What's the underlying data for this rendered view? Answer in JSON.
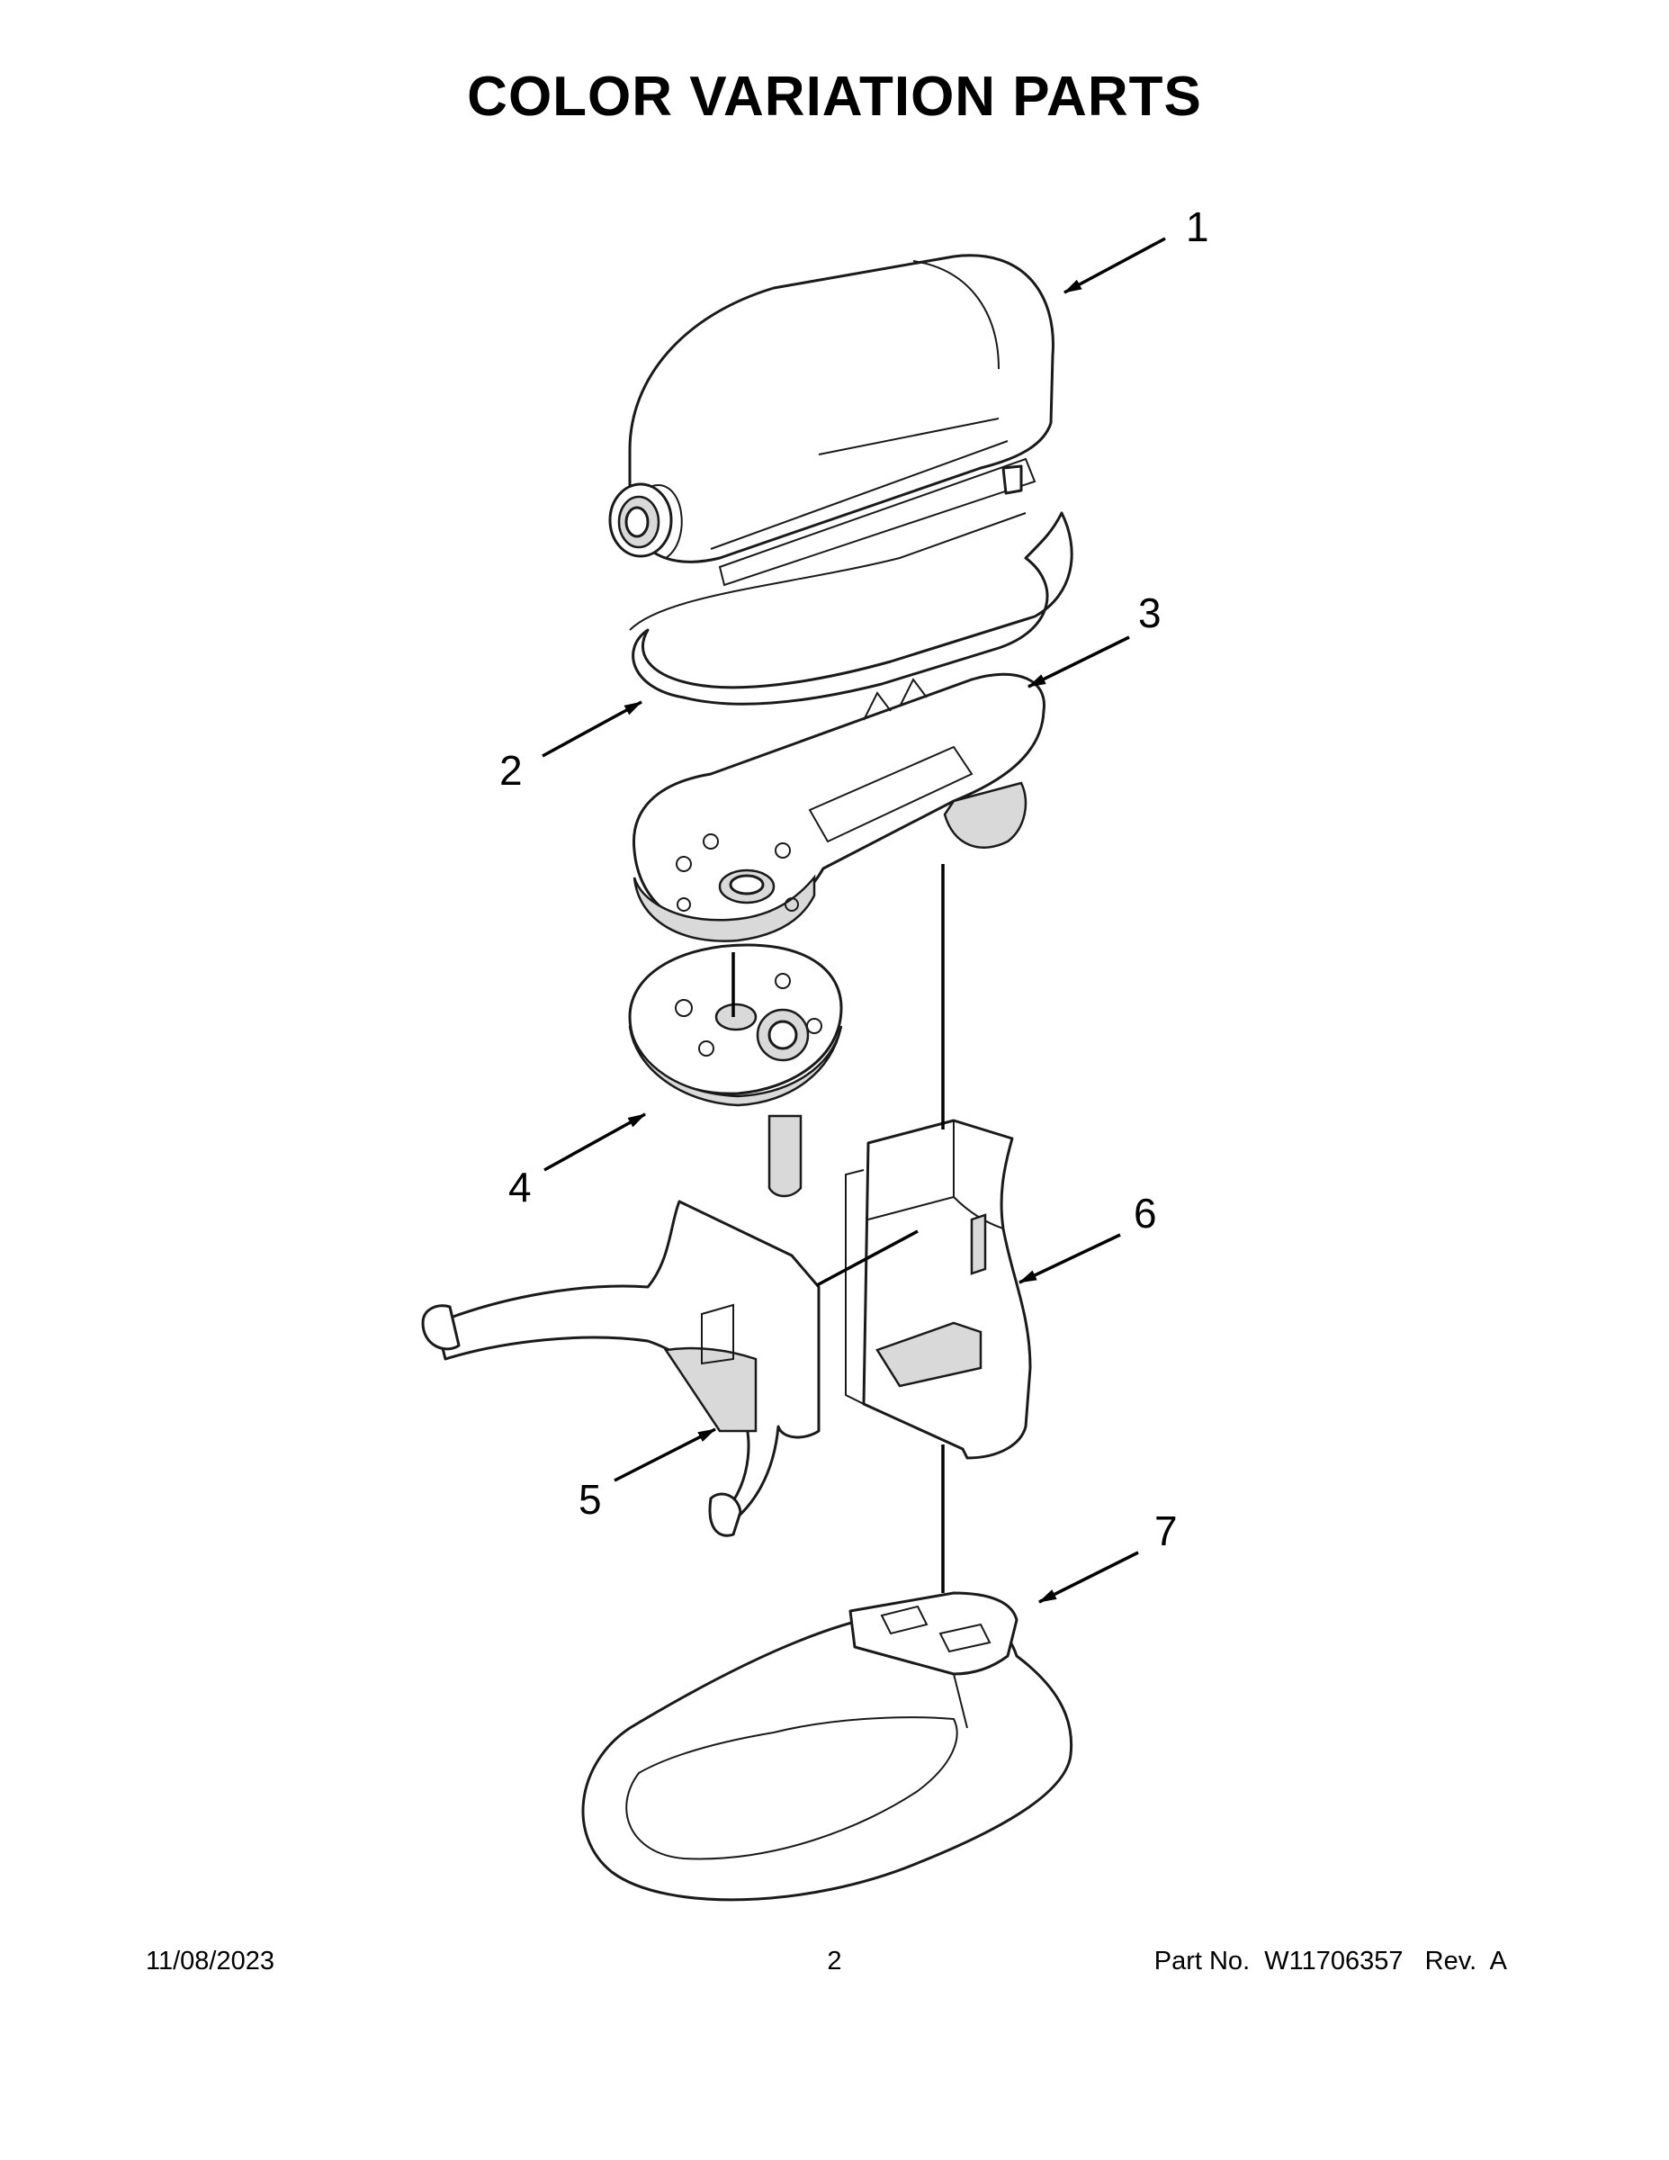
{
  "page": {
    "title": "COLOR VARIATION PARTS"
  },
  "callouts": [
    {
      "id": "1",
      "label": "1"
    },
    {
      "id": "2",
      "label": "2"
    },
    {
      "id": "3",
      "label": "3"
    },
    {
      "id": "4",
      "label": "4"
    },
    {
      "id": "5",
      "label": "5"
    },
    {
      "id": "6",
      "label": "6"
    },
    {
      "id": "7",
      "label": "7"
    }
  ],
  "footer": {
    "date": "11/08/2023",
    "page_number": "2",
    "part_info": "Part No.  W11706357   Rev.  A"
  }
}
